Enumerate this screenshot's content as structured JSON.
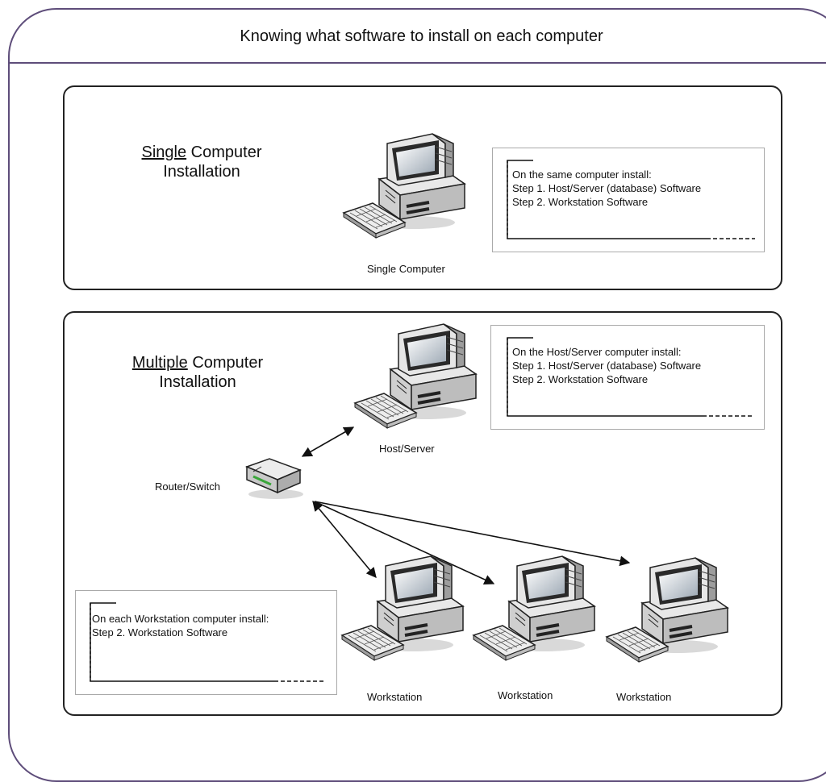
{
  "title": "Knowing what software to install on each computer",
  "single": {
    "heading_prefix": "Single",
    "heading_suffix": " Computer",
    "heading_line2": "Installation",
    "computer_label": "Single Computer",
    "note": {
      "line1": "On the same computer install:",
      "line2": "Step 1. Host/Server (database) Software",
      "line3": "Step 2. Workstation Software"
    }
  },
  "multiple": {
    "heading_prefix": "Multiple",
    "heading_suffix": " Computer",
    "heading_line2": "Installation",
    "host_label": "Host/Server",
    "router_label": "Router/Switch",
    "workstation_labels": [
      "Workstation",
      "Workstation",
      "Workstation"
    ],
    "host_note": {
      "line1": "On the Host/Server computer install:",
      "line2": "Step 1. Host/Server (database) Software",
      "line3": "Step 2. Workstation Software"
    },
    "workstation_note": {
      "line1": "On each Workstation computer install:",
      "line2": "Step 2. Workstation Software"
    }
  },
  "colors": {
    "frame": "#5e4d7a",
    "router_led": "#3aa63a"
  }
}
